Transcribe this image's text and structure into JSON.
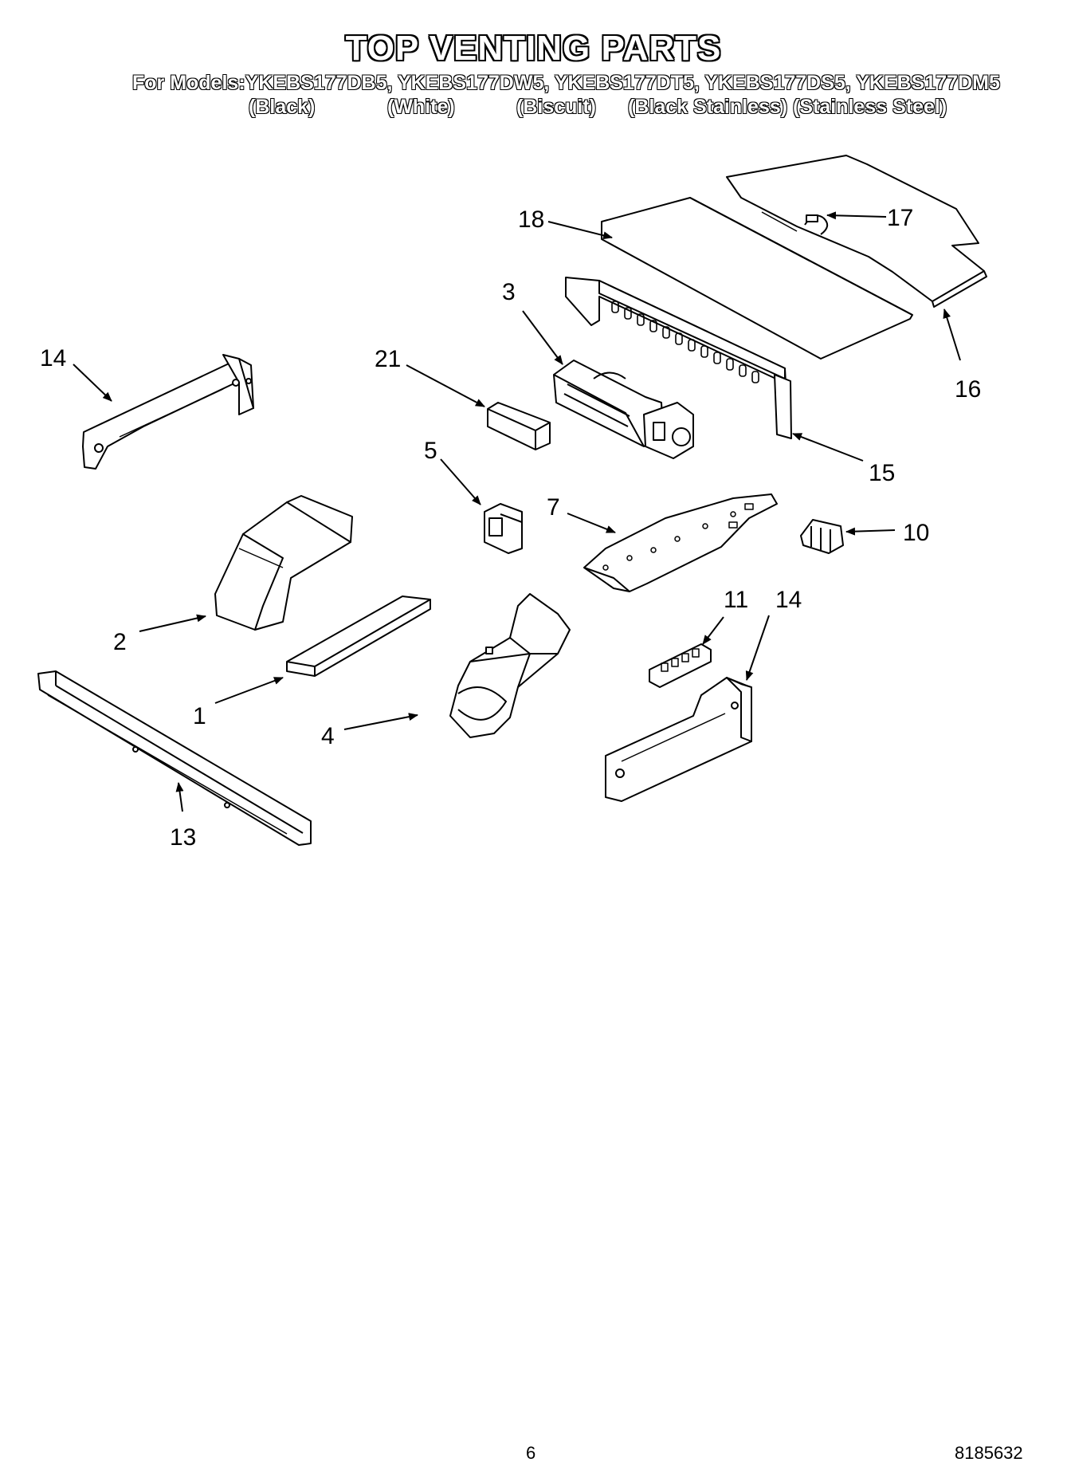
{
  "title": "TOP VENTING PARTS",
  "models_line": "For Models:YKEBS177DB5, YKEBS177DW5, YKEBS177DT5, YKEBS177DS5, YKEBS177DM5",
  "colors": [
    "(Black)",
    "(White)",
    "(Biscuit)",
    "(Black Stainless) (Stainless Steel)"
  ],
  "callouts": {
    "c18": "18",
    "c17": "17",
    "c3": "3",
    "c16": "16",
    "c14a": "14",
    "c21": "21",
    "c15": "15",
    "c5": "5",
    "c7": "7",
    "c10": "10",
    "c2": "2",
    "c11": "11",
    "c14b": "14",
    "c1": "1",
    "c4": "4",
    "c13": "13"
  },
  "footer": {
    "page_number": "6",
    "document_number": "8185632"
  }
}
